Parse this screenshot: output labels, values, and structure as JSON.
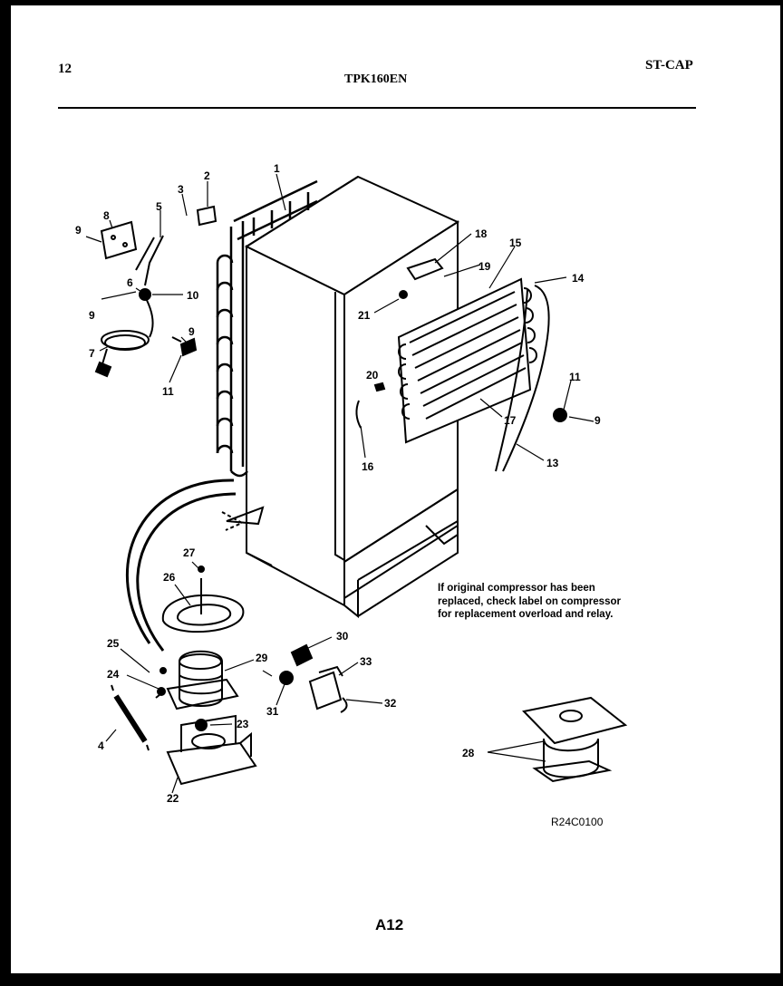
{
  "header": {
    "page_number": "12",
    "model": "TPK160EN",
    "section": "ST-CAP"
  },
  "note": "If original compressor has been replaced, check label on compressor for replacement overload and relay.",
  "drawing_code": "R24C0100",
  "page_code": "A12",
  "callouts": {
    "c1": "1",
    "c2": "2",
    "c3": "3",
    "c4": "4",
    "c5": "5",
    "c6": "6",
    "c7": "7",
    "c8": "8",
    "c9a": "9",
    "c9b": "9",
    "c9c": "9",
    "c9d": "9",
    "c10": "10",
    "c11a": "11",
    "c11b": "11",
    "c13": "13",
    "c14": "14",
    "c15": "15",
    "c16": "16",
    "c17": "17",
    "c18": "18",
    "c19": "19",
    "c20": "20",
    "c21": "21",
    "c22": "22",
    "c23": "23",
    "c24": "24",
    "c25": "25",
    "c26": "26",
    "c27": "27",
    "c28": "28",
    "c29": "29",
    "c30": "30",
    "c31": "31",
    "c32": "32",
    "c33": "33"
  }
}
